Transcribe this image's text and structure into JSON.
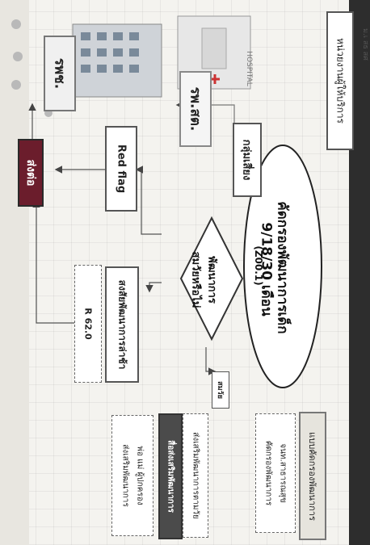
{
  "header": {
    "title": "หน่วยงานผู้ให้บริการ",
    "corner_text": "ม.เ สธ สศ"
  },
  "facilities": {
    "hospital_sign": "HOSPITAL",
    "rps_label": "รพ.สต.",
    "hospital_label": "รพช."
  },
  "flow": {
    "screening_title": "คัดกรองพัฒนาการเด็ก",
    "screening_ages": "9/18/30 เดือน",
    "screening_code": "(Z00.1)",
    "risk_group": "กลุ่มเสี่ยง",
    "decision": "พัฒนาการ",
    "decision_line2": "สมวัยหรือไม่",
    "normal_label": "สมวัย",
    "delay_label": "สงสัยพัฒนาการล่าช้า",
    "delay_code": "R 62.0",
    "red_flag": "Red flag",
    "refer": "ส่งต่อ"
  },
  "side": {
    "tools_header": "แบบคัดกรองพัฒนาการ",
    "tools_item": "จนท.สาธารณสุข",
    "tools_item2": "คัดกรองพัฒนาการ",
    "promote_age": "ส่งเสริมพัฒนาการตามวัย",
    "promote_header": "สื่อส่งเสริมพัฒนาการ",
    "parents_1": "พ่อ แม่ ผู้ปกครอง",
    "parents_2": "ส่งเสริมพัฒนาการ"
  },
  "colors": {
    "refer_bg": "#6b1d2c",
    "frame": "#555555",
    "dark_band": "#2d2d2d"
  }
}
